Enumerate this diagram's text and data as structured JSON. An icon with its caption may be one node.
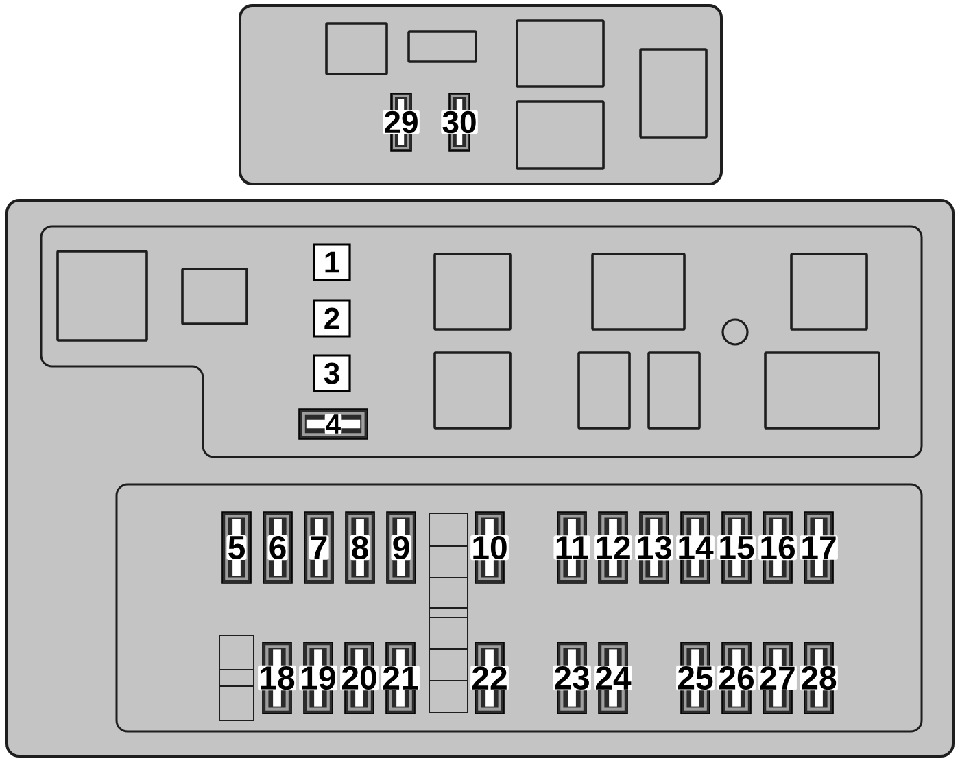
{
  "diagram": {
    "nodes": [
      {
        "text": [],
        "shape": "box"
      },
      {
        "text": [],
        "shape": "box",
        "in": 0
      },
      {
        "text": [],
        "shape": "box",
        "in": 0
      },
      {
        "text": [
          "29"
        ],
        "in": 0
      },
      {
        "text": [
          "30"
        ],
        "in": 0
      },
      {
        "text": [],
        "shape": "box",
        "in": 0
      },
      {
        "text": [],
        "shape": "box",
        "in": 0
      },
      {
        "text": [],
        "shape": "box",
        "in": 0
      },
      {
        "text": [],
        "shape": "box"
      },
      {
        "text": [],
        "shape": "box",
        "in": 8
      },
      {
        "text": [],
        "shape": "box",
        "in": 9
      },
      {
        "text": [],
        "shape": "box",
        "in": 9
      },
      {
        "text": [
          "1"
        ],
        "in": 9
      },
      {
        "text": [
          "2"
        ],
        "in": 9
      },
      {
        "text": [
          "3"
        ],
        "in": 9
      },
      {
        "text": [
          "4"
        ],
        "in": 9
      },
      {
        "text": [],
        "shape": "box",
        "in": 9
      },
      {
        "text": [],
        "shape": "box",
        "in": 9
      },
      {
        "text": [],
        "shape": "box",
        "in": 9
      },
      {
        "text": [],
        "shape": "box",
        "in": 9
      },
      {
        "text": [],
        "shape": "box",
        "in": 9
      },
      {
        "text": [],
        "shape": "circle",
        "in": 9
      },
      {
        "text": [],
        "shape": "box",
        "in": 9
      },
      {
        "text": [],
        "shape": "box",
        "in": 9
      },
      {
        "text": [],
        "shape": "box",
        "in": 8
      },
      {
        "text": [
          "5"
        ],
        "in": 24
      },
      {
        "text": [
          "6"
        ],
        "in": 24
      },
      {
        "text": [
          "7"
        ],
        "in": 24
      },
      {
        "text": [
          "8"
        ],
        "in": 24
      },
      {
        "text": [
          "9"
        ],
        "in": 24
      },
      {
        "text": [],
        "shape": "box",
        "in": 24
      },
      {
        "text": [
          "10"
        ],
        "in": 24
      },
      {
        "text": [
          "11"
        ],
        "in": 24
      },
      {
        "text": [
          "12"
        ],
        "in": 24
      },
      {
        "text": [
          "13"
        ],
        "in": 24
      },
      {
        "text": [
          "14"
        ],
        "in": 24
      },
      {
        "text": [
          "15"
        ],
        "in": 24
      },
      {
        "text": [
          "16"
        ],
        "in": 24
      },
      {
        "text": [
          "17"
        ],
        "in": 24
      },
      {
        "text": [],
        "shape": "box",
        "in": 24
      },
      {
        "text": [
          "18"
        ],
        "in": 24
      },
      {
        "text": [
          "19"
        ],
        "in": 24
      },
      {
        "text": [
          "20"
        ],
        "in": 24
      },
      {
        "text": [
          "21"
        ],
        "in": 24
      },
      {
        "text": [
          "22"
        ],
        "in": 24
      },
      {
        "text": [
          "23"
        ],
        "in": 24
      },
      {
        "text": [
          "24"
        ],
        "in": 24
      },
      {
        "text": [
          "25"
        ],
        "in": 24
      },
      {
        "text": [
          "26"
        ],
        "in": 24
      },
      {
        "text": [
          "27"
        ],
        "in": 24
      },
      {
        "text": [
          "28"
        ],
        "in": 24
      }
    ]
  }
}
